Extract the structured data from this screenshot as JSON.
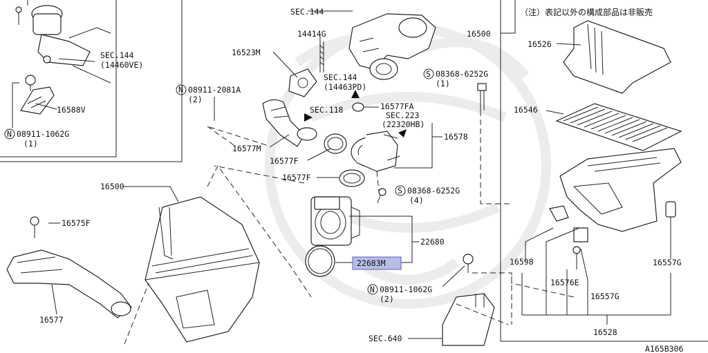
{
  "diagram_code": "A165B306",
  "note_jp": "（注）表記以外の構成部品は非販売",
  "highlight_color": "#b8bde6",
  "labels": {
    "sec144_top": "SEC.144",
    "p14414g": "14414G",
    "p16523m": "16523M",
    "sec144_a": "SEC.144",
    "sec144_a_sub": "(14460VE)",
    "p16588v": "16588V",
    "n_08911_1062g_left": "08911-1062G",
    "qty1_left": "(1)",
    "n_08911_2081a": "08911-2081A",
    "qty2_2081": "(2)",
    "sec144_b": "SEC.144",
    "sec144_b_sub": "(14463PD)",
    "sec118": "SEC.118",
    "p16577fa": "16577FA",
    "sec223": "SEC.223",
    "sec223_sub": "(22320HB)",
    "p16577m": "16577M",
    "p16577f_a": "16577F",
    "p16577f_b": "16577F",
    "p16578": "16578",
    "s_08368_6252g_top": "08368-6252G",
    "qty1_top": "(1)",
    "s_08368_6252g_mid": "08368-6252G",
    "qty4": "(4)",
    "p16500_right": "16500",
    "p16526": "16526",
    "p16546": "16546",
    "p16500_left": "16500",
    "p16575f": "16575F",
    "p16577": "16577",
    "p22680": "22680",
    "p22683m": "22683M",
    "n_08911_1062g_mid": "08911-1062G",
    "qty2_mid": "(2)",
    "sec640": "SEC.640",
    "p16598": "16598",
    "p16576e": "16576E",
    "p16557g_a": "16557G",
    "p16557g_b": "16557G",
    "p16528": "16528",
    "sym_n": "N",
    "sym_s": "S"
  }
}
